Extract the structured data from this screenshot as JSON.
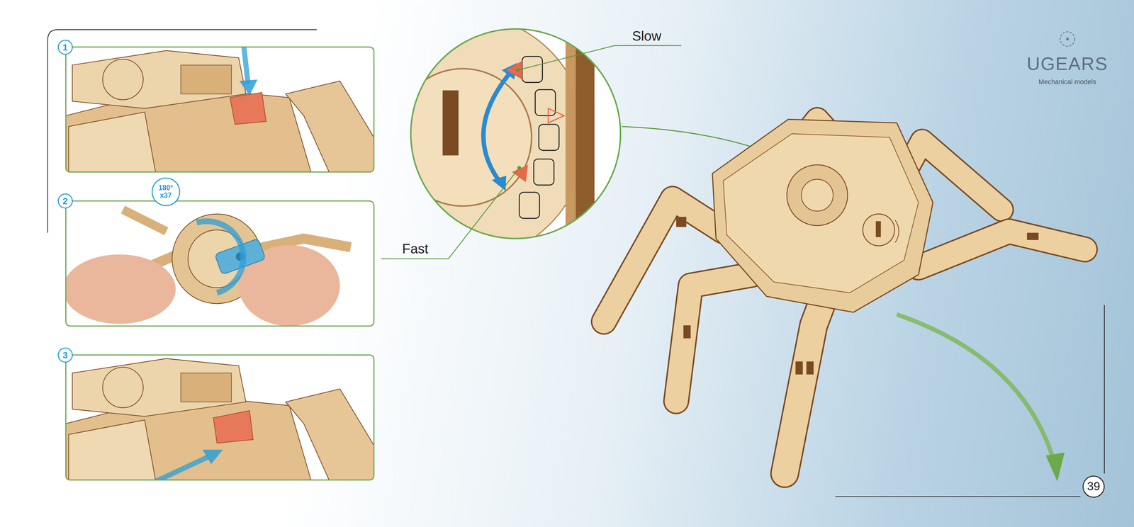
{
  "diagram": {
    "nodes": [
      {
        "text": [
          "1"
        ]
      },
      {
        "text": [
          "180° x37"
        ]
      },
      {
        "text": [
          "2"
        ]
      },
      {
        "text": [
          "3"
        ]
      },
      {
        "text": [
          "39"
        ]
      }
    ],
    "labels": [
      "Slow",
      "Fast",
      "UGEARS",
      "Mechanical models"
    ]
  }
}
